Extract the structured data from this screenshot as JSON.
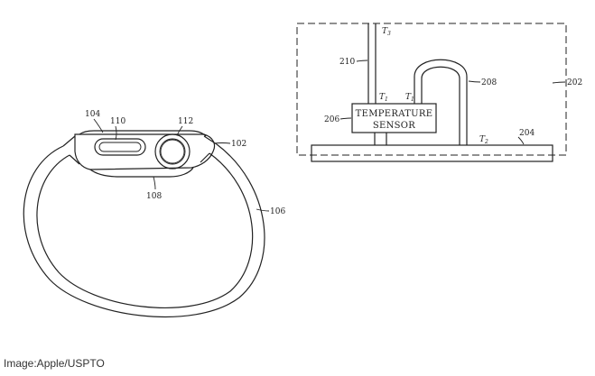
{
  "diagram": {
    "left_labels": {
      "l104": "104",
      "l110": "110",
      "l112": "112",
      "l102": "102",
      "l108": "108",
      "l106": "106"
    },
    "right_labels": {
      "l210": "210",
      "l206": "206",
      "l208": "208",
      "l202": "202",
      "l204": "204"
    },
    "temps": {
      "t3": "T",
      "t3_sub": "3",
      "t1a": "T",
      "t1a_sub": "1",
      "t1b": "T",
      "t1b_sub": "1",
      "t2": "T",
      "t2_sub": "2"
    },
    "sensor_line1": "TEMPERATURE",
    "sensor_line2": "SENSOR"
  },
  "credit": "Image:Apple/USPTO"
}
